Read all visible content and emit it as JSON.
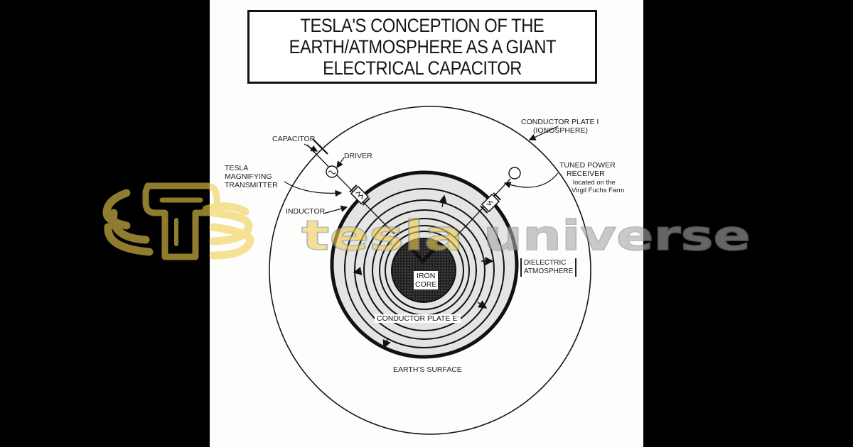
{
  "title": {
    "lines": [
      "TESLA'S CONCEPTION OF THE",
      "EARTH/ATMOSPHERE AS A GIANT",
      "ELECTRICAL CAPACITOR"
    ]
  },
  "labels": {
    "capacitor": "CAPACITOR",
    "driver": "DRIVER",
    "transmitter": [
      "TESLA",
      "MAGNIFYING",
      "TRANSMITTER"
    ],
    "inductor": "INDUCTOR",
    "conductor_plate_i": [
      "CONDUCTOR PLATE I",
      "(IONOSPHERE)"
    ],
    "receiver": [
      "TUNED POWER",
      "RECEIVER"
    ],
    "receiver_location": [
      "located on the",
      "Virgil Fuchs Farm"
    ],
    "iron_core": [
      "IRON",
      "CORE"
    ],
    "conductor_plate_e": "CONDUCTOR PLATE E'",
    "dielectric": [
      "DIELECTRIC",
      "ATMOSPHERE"
    ],
    "earth_surface": "EARTH'S SURFACE"
  },
  "watermark": {
    "brand_part1": "tesla",
    "brand_part2": "universe",
    "logo_icon": "tesla-coil-t-logo-icon",
    "colors": {
      "gold": "#f0cf4f",
      "gray": "#a8a8a8",
      "outline": "#8e8e8e"
    }
  },
  "colors": {
    "background": "#000000",
    "panel": "#fdfdfc",
    "ink": "#151515",
    "earth_fill": "#e4e4e2",
    "core_fill": "#2b2b2b"
  }
}
